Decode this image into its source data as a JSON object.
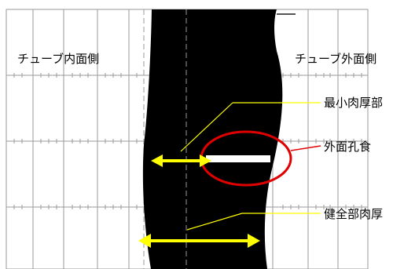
{
  "labels": {
    "inner_side": "チューブ内面側",
    "outer_side": "チューブ外面側",
    "min_thickness": "最小肉厚部",
    "outer_pitting": "外面孔食",
    "sound_thickness": "健全部肉厚"
  },
  "colors": {
    "background": "#ffffff",
    "grid": "#9a9a9a",
    "tube_wall": "#000000",
    "pit": "#ffffff",
    "arrow": "#ffff00",
    "leader_line": "#ffff00",
    "highlight_ellipse": "#e00000"
  }
}
